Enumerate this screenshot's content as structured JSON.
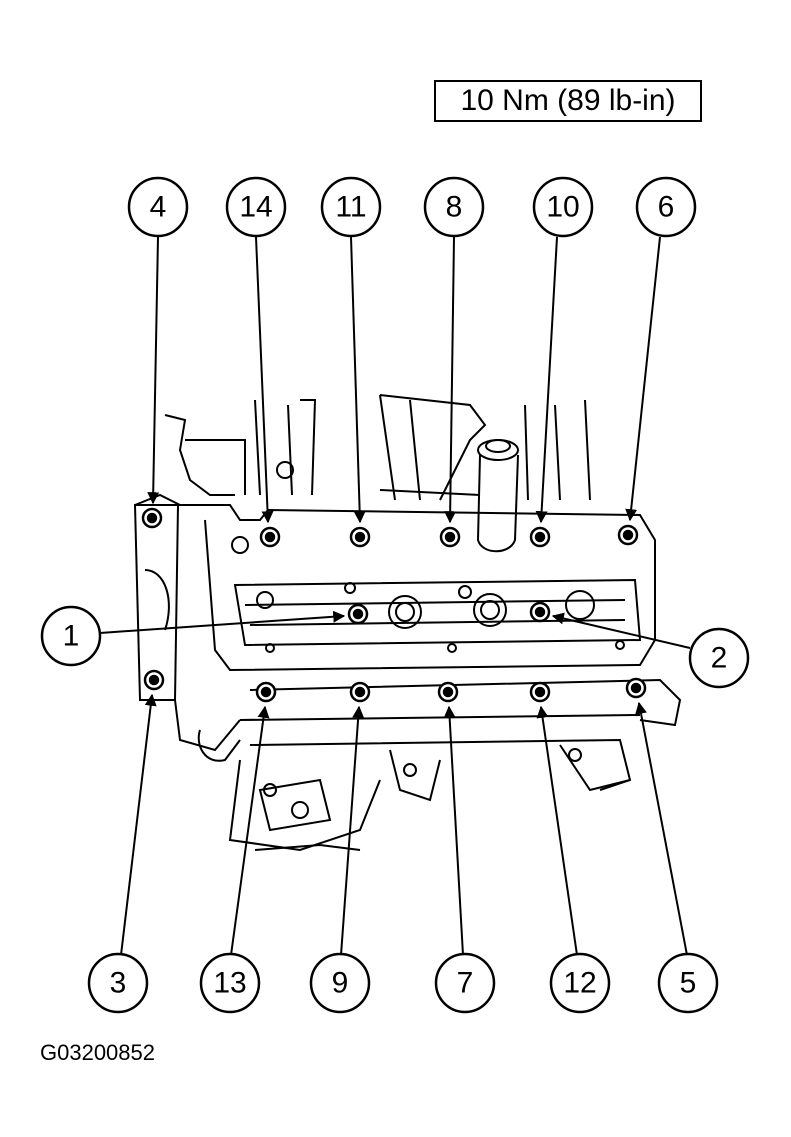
{
  "torque_spec": "10 Nm (89 lb-in)",
  "figure_id": "G03200852",
  "callouts": [
    "1",
    "2",
    "3",
    "4",
    "5",
    "6",
    "7",
    "8",
    "9",
    "10",
    "11",
    "12",
    "13",
    "14"
  ],
  "colors": {
    "line": "#000000",
    "background": "#ffffff"
  }
}
